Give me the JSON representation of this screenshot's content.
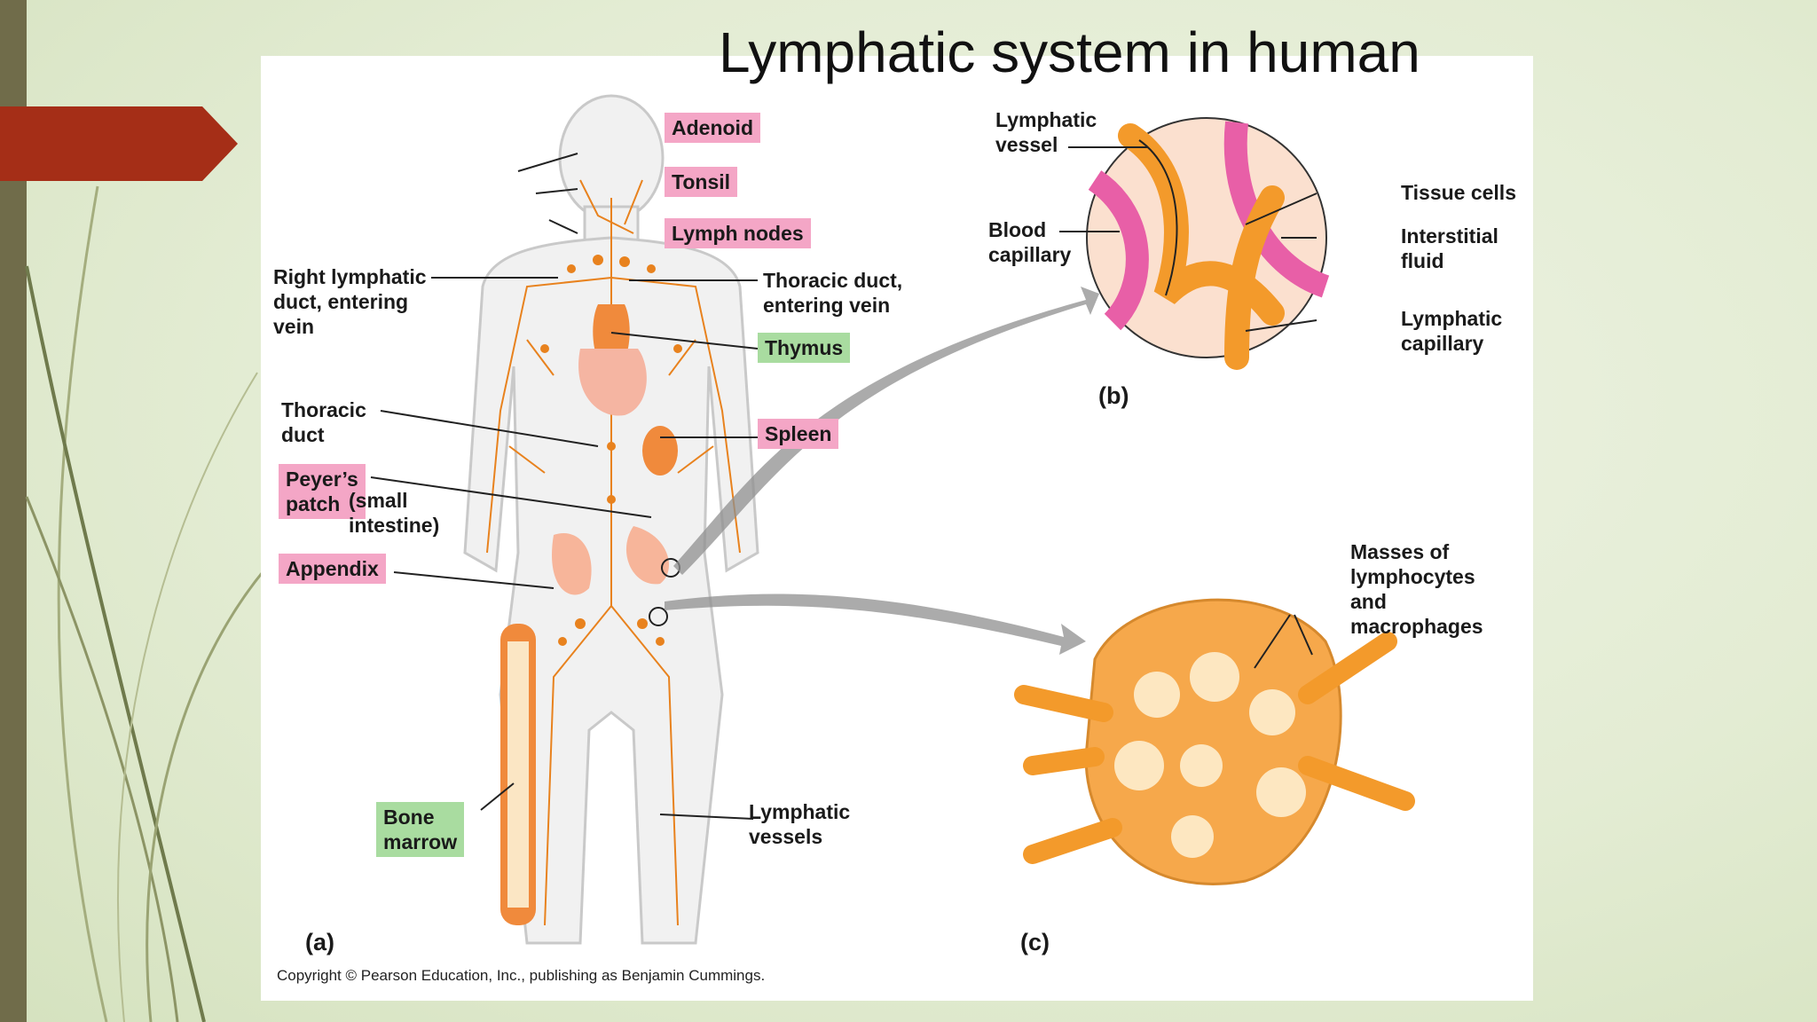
{
  "slide": {
    "title": "Lymphatic system in human"
  },
  "figure": {
    "labels": {
      "adenoid": "Adenoid",
      "tonsil": "Tonsil",
      "lymph_nodes": "Lymph nodes",
      "right_lymphatic_duct": "Right lymphatic\nduct, entering\nvein",
      "thoracic_duct_vein": "Thoracic duct,\nentering vein",
      "thymus": "Thymus",
      "thoracic_duct": "Thoracic\nduct",
      "spleen": "Spleen",
      "peyers_patch_a": "Peyer’s\npatch",
      "peyers_patch_b": "(small\nintestine)",
      "appendix": "Appendix",
      "bone_marrow": "Bone\nmarrow",
      "lymphatic_vessels": "Lymphatic\nvessels",
      "lymphatic_vessel": "Lymphatic\nvessel",
      "blood_capillary": "Blood\ncapillary",
      "tissue_cells": "Tissue cells",
      "interstitial_fluid": "Interstitial\nfluid",
      "lymphatic_capillary": "Lymphatic\ncapillary",
      "masses": "Masses of\nlymphocytes\nand\nmacrophages"
    },
    "panel_tags": {
      "a": "(a)",
      "b": "(b)",
      "c": "(c)"
    },
    "copyright": "Copyright © Pearson Education, Inc., publishing as Benjamin Cummings."
  },
  "colors": {
    "accent_arrow": "#a52e17",
    "side_bar": "#706c4a",
    "label_pink": "#f4a6c6",
    "label_green": "#a9dca0",
    "lymph_orange": "#e8821e"
  }
}
